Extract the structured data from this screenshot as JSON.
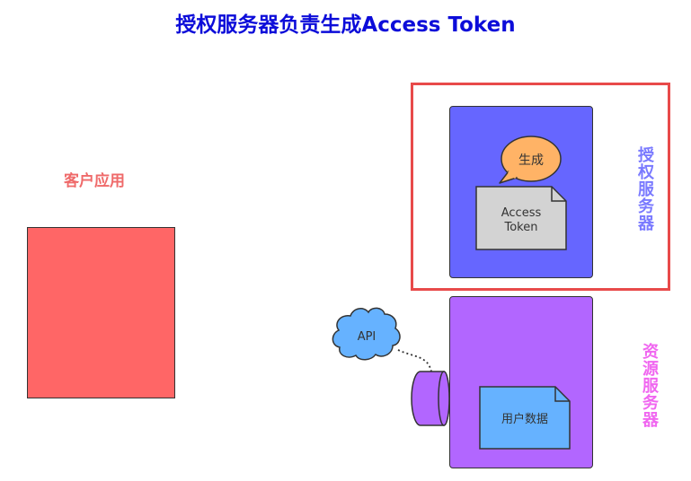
{
  "title": "授权服务器负责生成Access Token",
  "client": {
    "label": "客户应用"
  },
  "auth_server": {
    "label": "授权服务器",
    "bubble_text": "生成",
    "document_lines": [
      "Access",
      "Token"
    ]
  },
  "resource_server": {
    "label": "资源服务器",
    "api_label": "API",
    "document_text": "用户数据"
  },
  "colors": {
    "title": "#0c0cd9",
    "client_box": "#ff6666",
    "auth_frame": "#e84a4a",
    "auth_server_box": "#6666ff",
    "resource_server_box": "#b266ff",
    "bubble": "#ffb366",
    "api_cloud": "#66b2ff",
    "user_data_doc": "#66b2ff",
    "token_doc": "#d3d3d3"
  }
}
